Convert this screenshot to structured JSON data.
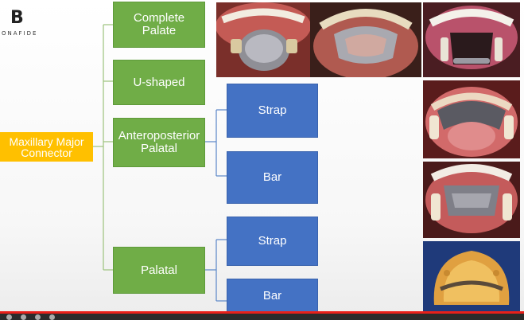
{
  "logo": {
    "mark": "B",
    "text": "ONAFIDE"
  },
  "diagram": {
    "root": "Maxillary Major\nConnector",
    "level1": [
      "Complete\nPalate",
      "U-shaped",
      "Anteroposterior\nPalatal",
      "Palatal"
    ],
    "level2_ap": [
      "Strap",
      "Bar"
    ],
    "level2_palatal": [
      "Strap",
      "Bar"
    ]
  },
  "photos": [
    "complete-palate-photo-1",
    "complete-palate-photo-2",
    "complete-palate-photo-3",
    "u-shaped-photo",
    "anteroposterior-strap-photo",
    "palatal-bar-photo"
  ],
  "colors": {
    "root": "#ffc000",
    "level1": "#70ad47",
    "level2": "#4472c4",
    "connector": "#9cc27c",
    "progress": "#e8201a"
  }
}
